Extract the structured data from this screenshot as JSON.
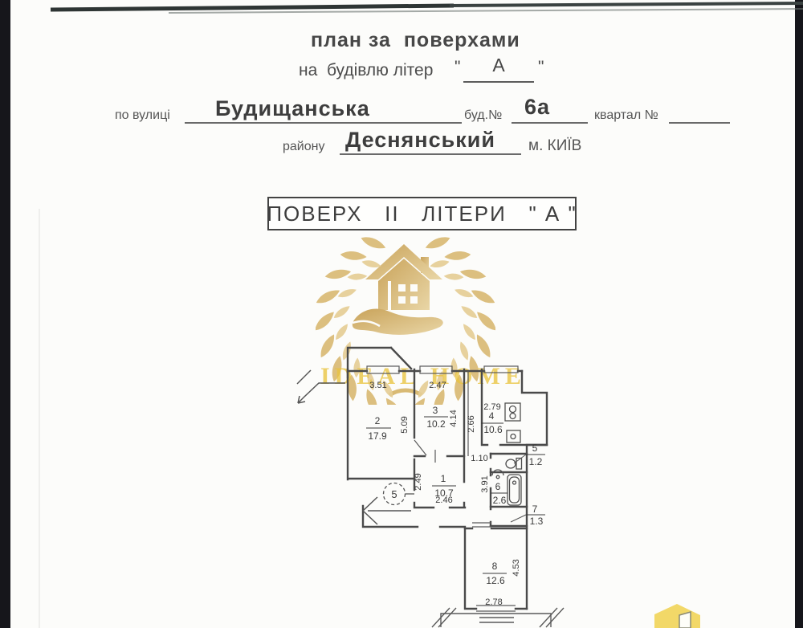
{
  "document": {
    "title": "план за  поверхами",
    "building_line": {
      "prefix": "на  будівлю літер",
      "quote_open": "\"",
      "letter": "А",
      "quote_close": "\""
    },
    "address": {
      "street_label": "по вулиці",
      "street_value": "Будищанська",
      "building_label": "буд.№",
      "building_value": "6а",
      "block_label": "квартал №",
      "district_label": "району",
      "district_value": "Деснянський",
      "city_label": "м. КИЇВ"
    },
    "floor_banner": "ПОВЕРХ   II   ЛІТЕРИ   \" А \""
  },
  "watermark": {
    "brand": "IDEAL HOME",
    "gold": "#d9ba74",
    "gold_light": "#e5cd95",
    "text_gold": "#eac440"
  },
  "plan": {
    "section_mark": "5",
    "rooms": {
      "r1": {
        "num": "1",
        "area": "10.7"
      },
      "r2": {
        "num": "2",
        "area": "17.9"
      },
      "r3": {
        "num": "3",
        "area": "10.2"
      },
      "r4": {
        "num": "4",
        "area": "10.6"
      },
      "r5": {
        "num": "5",
        "area": "1.2"
      },
      "r6": {
        "num": "6",
        "area": "2.6"
      },
      "r7": {
        "num": "7",
        "area": "1.3"
      },
      "r8": {
        "num": "8",
        "area": "12.6"
      }
    },
    "dims": {
      "room2_w": "3.51",
      "room3_w": "2.47",
      "kitchen_w": "2.79",
      "room2_h": "5.09",
      "room3_h": "4.14",
      "hall_h": "2.66",
      "hall_w": "1.10",
      "entry_h": "2.49",
      "corridor_w": "2.46",
      "bath_h": "3.91",
      "room8_h": "4.53",
      "room8_w": "2.78"
    }
  }
}
